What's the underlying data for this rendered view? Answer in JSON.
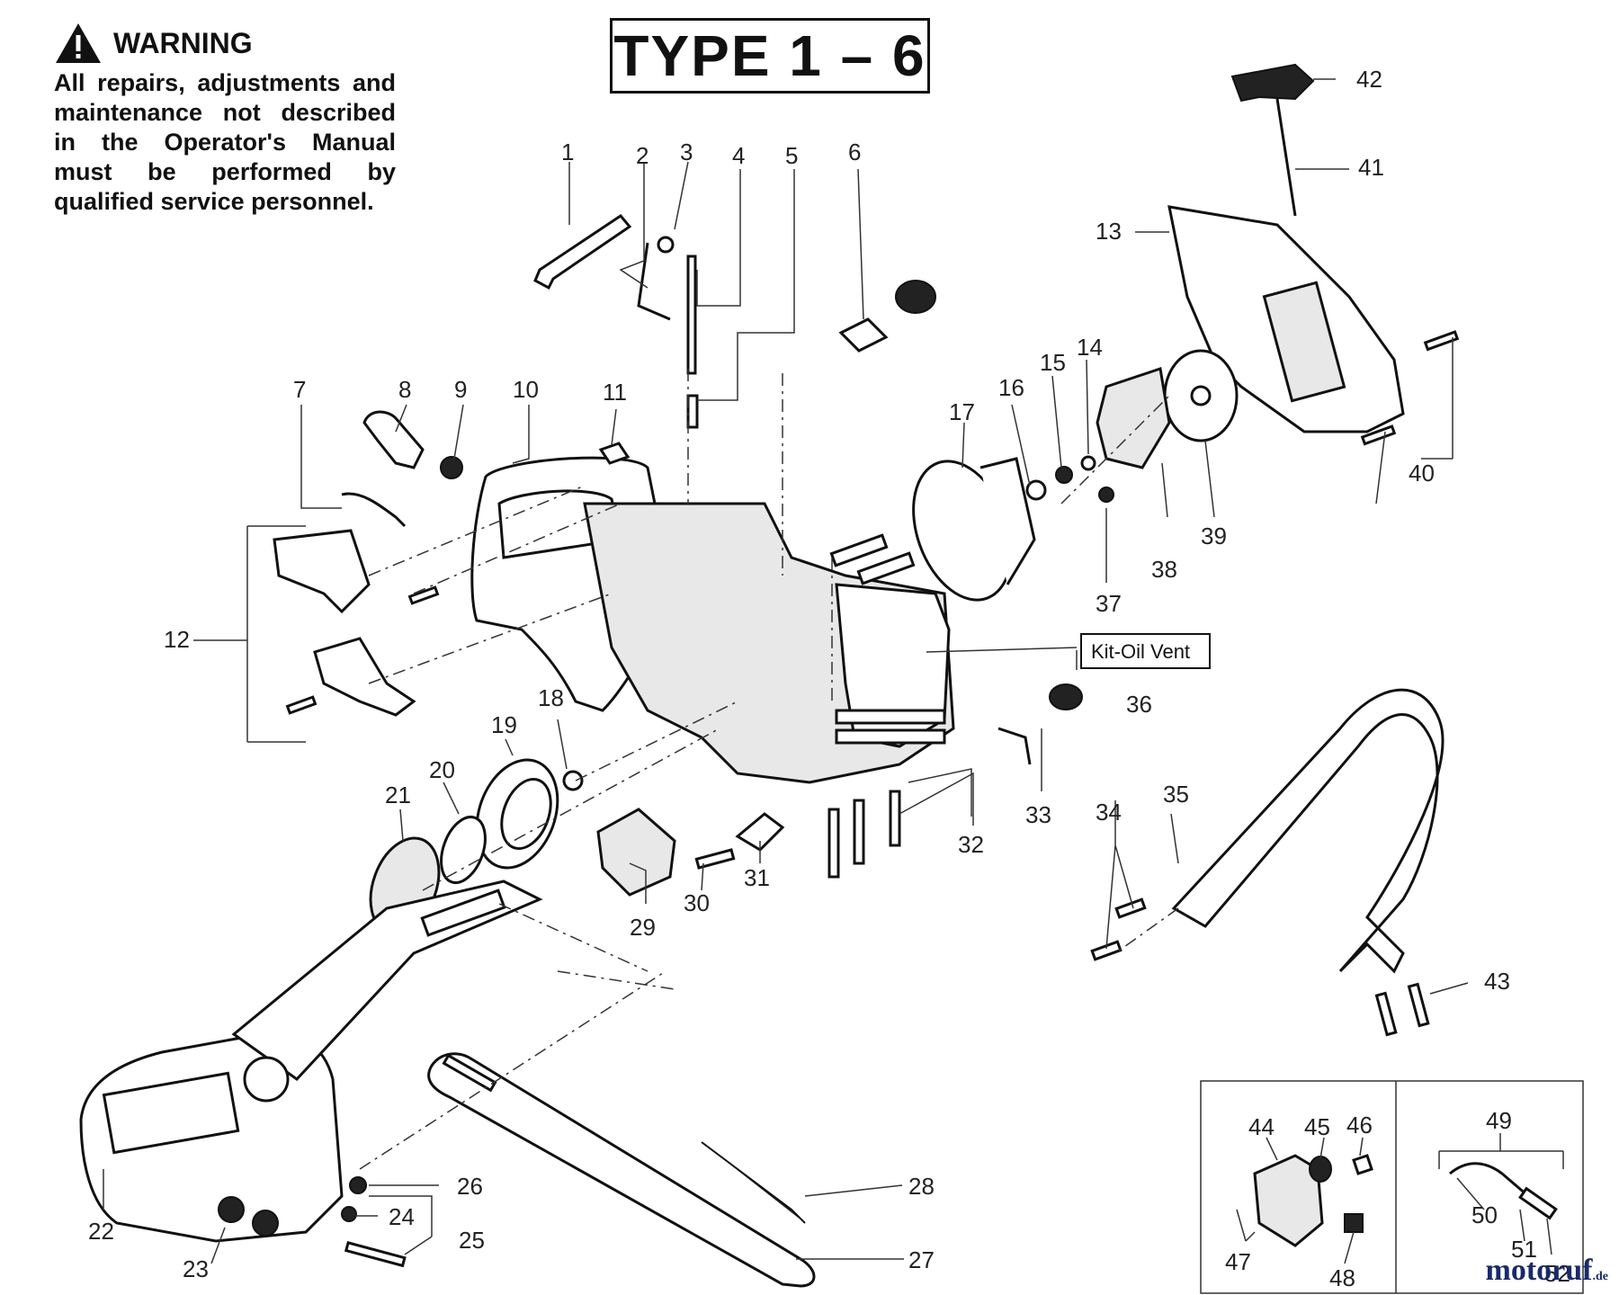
{
  "warning": {
    "heading": "WARNING",
    "text": "All repairs, adjustments and maintenance not described in the Operator's Manual must be performed by qualified service personnel."
  },
  "title": "TYPE 1 – 6",
  "kit_label": "Kit-Oil Vent",
  "watermark": {
    "brand": "motoruf",
    "tld": ".de"
  },
  "callouts": [
    "1",
    "2",
    "3",
    "4",
    "5",
    "6",
    "7",
    "8",
    "9",
    "10",
    "11",
    "12",
    "13",
    "14",
    "15",
    "16",
    "17",
    "18",
    "19",
    "20",
    "21",
    "22",
    "23",
    "24",
    "25",
    "26",
    "27",
    "28",
    "29",
    "30",
    "31",
    "32",
    "33",
    "34",
    "35",
    "36",
    "37",
    "38",
    "39",
    "40",
    "41",
    "42",
    "43",
    "44",
    "45",
    "46",
    "47",
    "48",
    "49",
    "50",
    "51",
    "52"
  ]
}
